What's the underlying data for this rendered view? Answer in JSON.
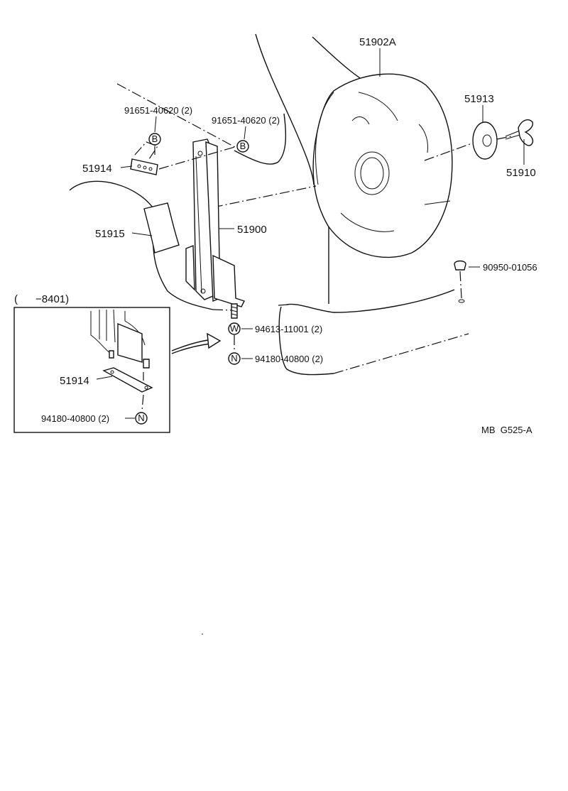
{
  "labels": {
    "p51902a": "51902A",
    "p51913": "51913",
    "p51910": "51910",
    "p51914_top": "51914",
    "p51915": "51915",
    "p51900": "51900",
    "p90950": "90950-01056",
    "p91651_a": "91651-40620 (2)",
    "p91651_b": "91651-40620 (2)",
    "p94613": "94613-11001 (2)",
    "p94180_main": "94180-40800 (2)",
    "inset_title": "(      −8401)",
    "p51914_inset": "51914",
    "p94180_inset": "94180-40800 (2)",
    "ref_code": "MB  G525-A"
  },
  "symbols": {
    "b1": "B",
    "b2": "B",
    "w": "W",
    "n_main": "N",
    "n_inset": "N"
  }
}
